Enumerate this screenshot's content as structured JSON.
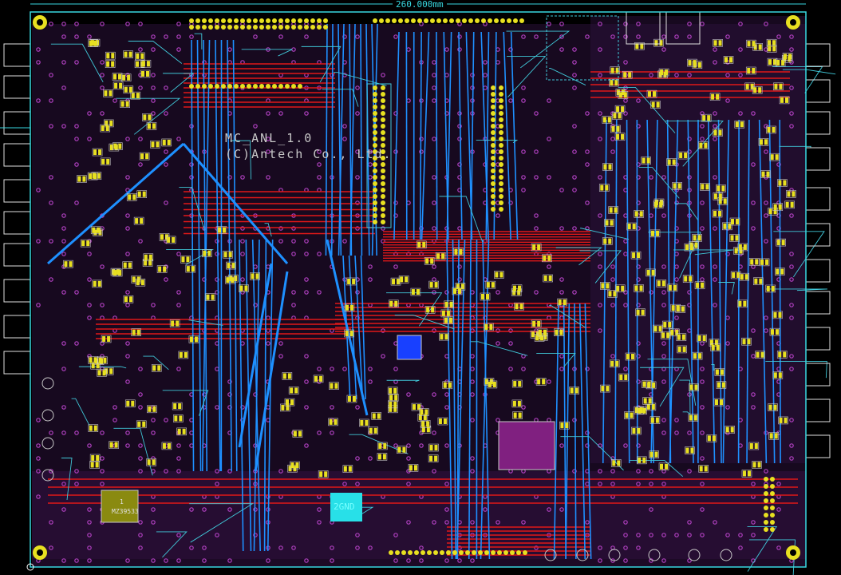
{
  "view": {
    "dimension_label": "260.000mm",
    "board_name": "MC_ANL_1.0",
    "copyright": "(C)Antech Co., Ltd.",
    "regulator_chip": {
      "pin": "1",
      "part": "MZ39533"
    },
    "ground_pad": "2GND"
  },
  "colors": {
    "background": "#000000",
    "board_outline": "#38d8e0",
    "top_copper": "#e01818",
    "bottom_copper": "#1e90ff",
    "pads": "#e8e020",
    "vias": "#b040c0",
    "silkscreen": "#c8c8c8",
    "copper_pour": "#2a1038"
  }
}
